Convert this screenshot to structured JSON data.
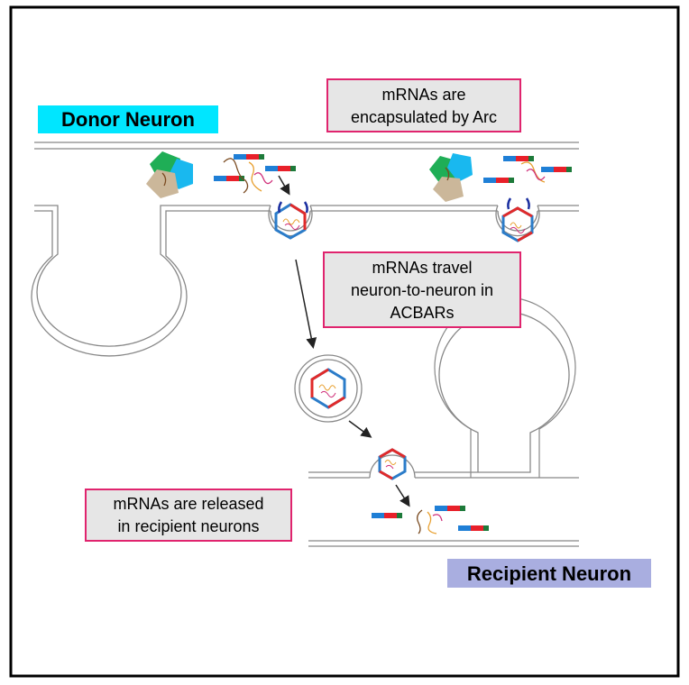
{
  "labels": {
    "donor": "Donor Neuron",
    "recipient": "Recipient Neuron",
    "step1": [
      "mRNAs are",
      "encapsulated by Arc"
    ],
    "step2": [
      "mRNAs travel",
      "neuron-to-neuron in",
      "ACBARs"
    ],
    "step3": [
      "mRNAs are released",
      "in recipient neurons"
    ]
  },
  "colors": {
    "donor_label_bg": "#00e6ff",
    "recipient_label_bg": "#a9aee0",
    "callout_border": "#e0246e",
    "callout_bg": "#e6e6e6",
    "membrane": "#888888",
    "mrna_blue": "#1f7fd6",
    "mrna_red": "#e8202a",
    "mrna_green": "#1d7a3a",
    "capsid_red": "#e02a2a",
    "capsid_blue": "#2b7cc9",
    "arc_green": "#1fae56",
    "arc_cyan": "#19b8ef",
    "arc_tan": "#cbb79a",
    "arc_dark_blue": "#1b2fa0"
  }
}
